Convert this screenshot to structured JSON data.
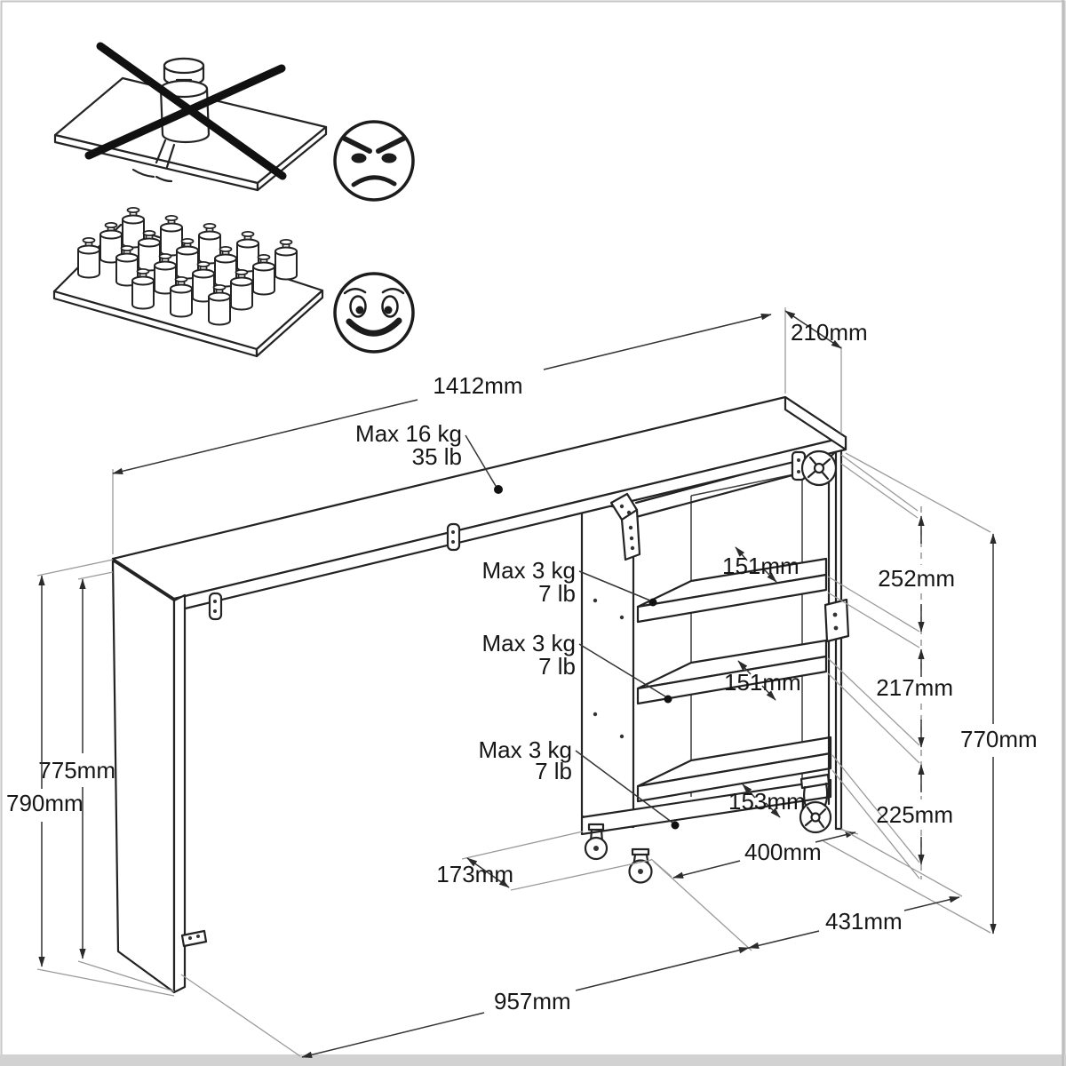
{
  "illustrations": {
    "incorrect": {
      "icon": "single-heavy-load-crossed-out",
      "face": "angry-face"
    },
    "correct": {
      "icon": "many-small-loads-distributed",
      "face": "happy-face"
    }
  },
  "load_limits": {
    "tabletop": {
      "kg": "Max 16 kg",
      "lb": "35 lb"
    },
    "shelf_top": {
      "kg": "Max 3 kg",
      "lb": "7 lb"
    },
    "shelf_middle": {
      "kg": "Max 3 kg",
      "lb": "7 lb"
    },
    "shelf_bottom": {
      "kg": "Max 3 kg",
      "lb": "7 lb"
    }
  },
  "dimensions": {
    "tabletop_length": "1412mm",
    "tabletop_depth": "210mm",
    "shelf_top_depth": "151mm",
    "shelf_middle_depth": "151mm",
    "shelf_bottom_depth": "153mm",
    "compartment_top": "252mm",
    "compartment_middle": "217mm",
    "compartment_bottom": "225mm",
    "cabinet_height": "770mm",
    "leg_panel_height": "775mm",
    "overall_height": "790mm",
    "front_offset": "173mm",
    "caster_spacing": "400mm",
    "cabinet_width": "431mm",
    "base_span": "957mm"
  }
}
